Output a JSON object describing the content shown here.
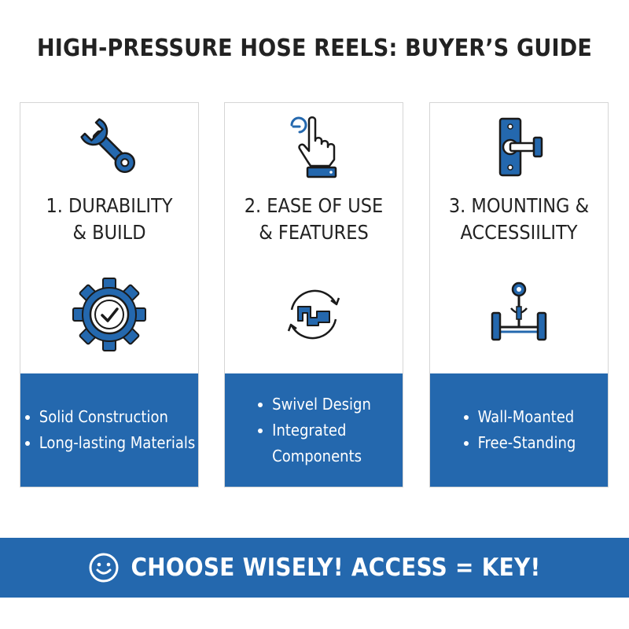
{
  "title": "HIGH-PRESSURE HOSE REELS: BUYER’S GUIDE",
  "colors": {
    "accent": "#2468ae",
    "text": "#222222",
    "card_border": "#d5d5d5"
  },
  "cards": [
    {
      "title_line1": "1. DURABILITY",
      "title_line2": "& BUILD",
      "top_icon": "wrench-icon",
      "mid_icon": "gear-check-icon",
      "bullets": [
        "Solid Construction",
        "Long-lasting Materials"
      ]
    },
    {
      "title_line1": "2. EASE OF USE",
      "title_line2": "& FEATURES",
      "top_icon": "tap-hand-icon",
      "mid_icon": "swivel-rotate-icon",
      "bullets": [
        "Swivel Design",
        "Integrated",
        "Components"
      ]
    },
    {
      "title_line1": "3. MOUNTING &",
      "title_line2": "ACCESSIILITY",
      "top_icon": "wall-bracket-icon",
      "mid_icon": "free-standing-stand-icon",
      "bullets": [
        "Wall-Moanted",
        "Free-Standing"
      ]
    }
  ],
  "banner": {
    "icon": "smiley-icon",
    "text": "CHOOSE WISELY! ACCESS = KEY!"
  }
}
